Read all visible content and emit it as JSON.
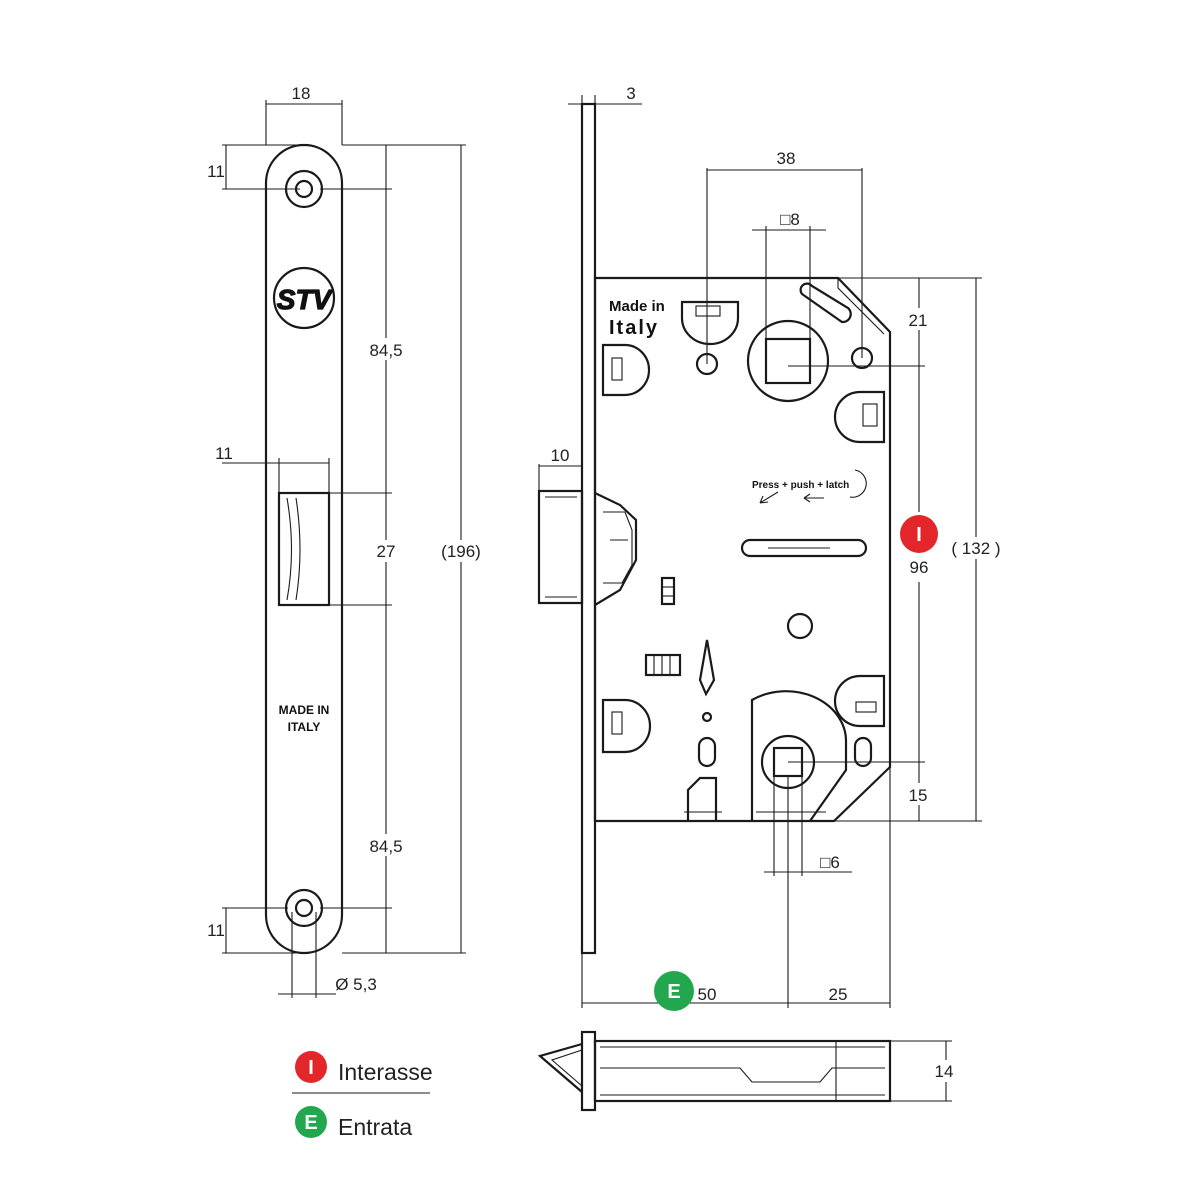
{
  "colors": {
    "line": "#1a1a1a",
    "interasse_badge": "#e3262a",
    "entrata_badge": "#22a74f"
  },
  "faceplate": {
    "width_label": "18",
    "top_offset_label": "11",
    "logo_text": "STV",
    "upper_spacing_label": "84,5",
    "latch_offset_label": "11",
    "latch_height_label": "27",
    "total_height_label": "(196)",
    "made_in_line1": "MADE IN",
    "made_in_line2": "ITALY",
    "lower_spacing_label": "84,5",
    "bottom_offset_label": "11",
    "hole_diameter_label": "Ø 5,3"
  },
  "lock_body": {
    "faceplate_thickness_label": "3",
    "spindle_to_hole_label": "38",
    "spindle_square_label": "□8",
    "made_in_line1": "Made in",
    "made_in_line2": "Italy",
    "latch_projection_label": "10",
    "instruction_text": "Press + push + latch",
    "top_to_spindle_label": "21",
    "interasse_badge_letter": "I",
    "interasse_value_label": "96",
    "body_height_label": "( 132 )",
    "cylinder_to_bottom_label": "15",
    "cylinder_square_label": "□6",
    "entrata_badge_letter": "E",
    "entrata_value_label": "50",
    "cylinder_to_back_label": "25",
    "thickness_label": "14"
  },
  "legend": {
    "items": [
      {
        "letter": "I",
        "label": "Interasse"
      },
      {
        "letter": "E",
        "label": "Entrata"
      }
    ]
  }
}
